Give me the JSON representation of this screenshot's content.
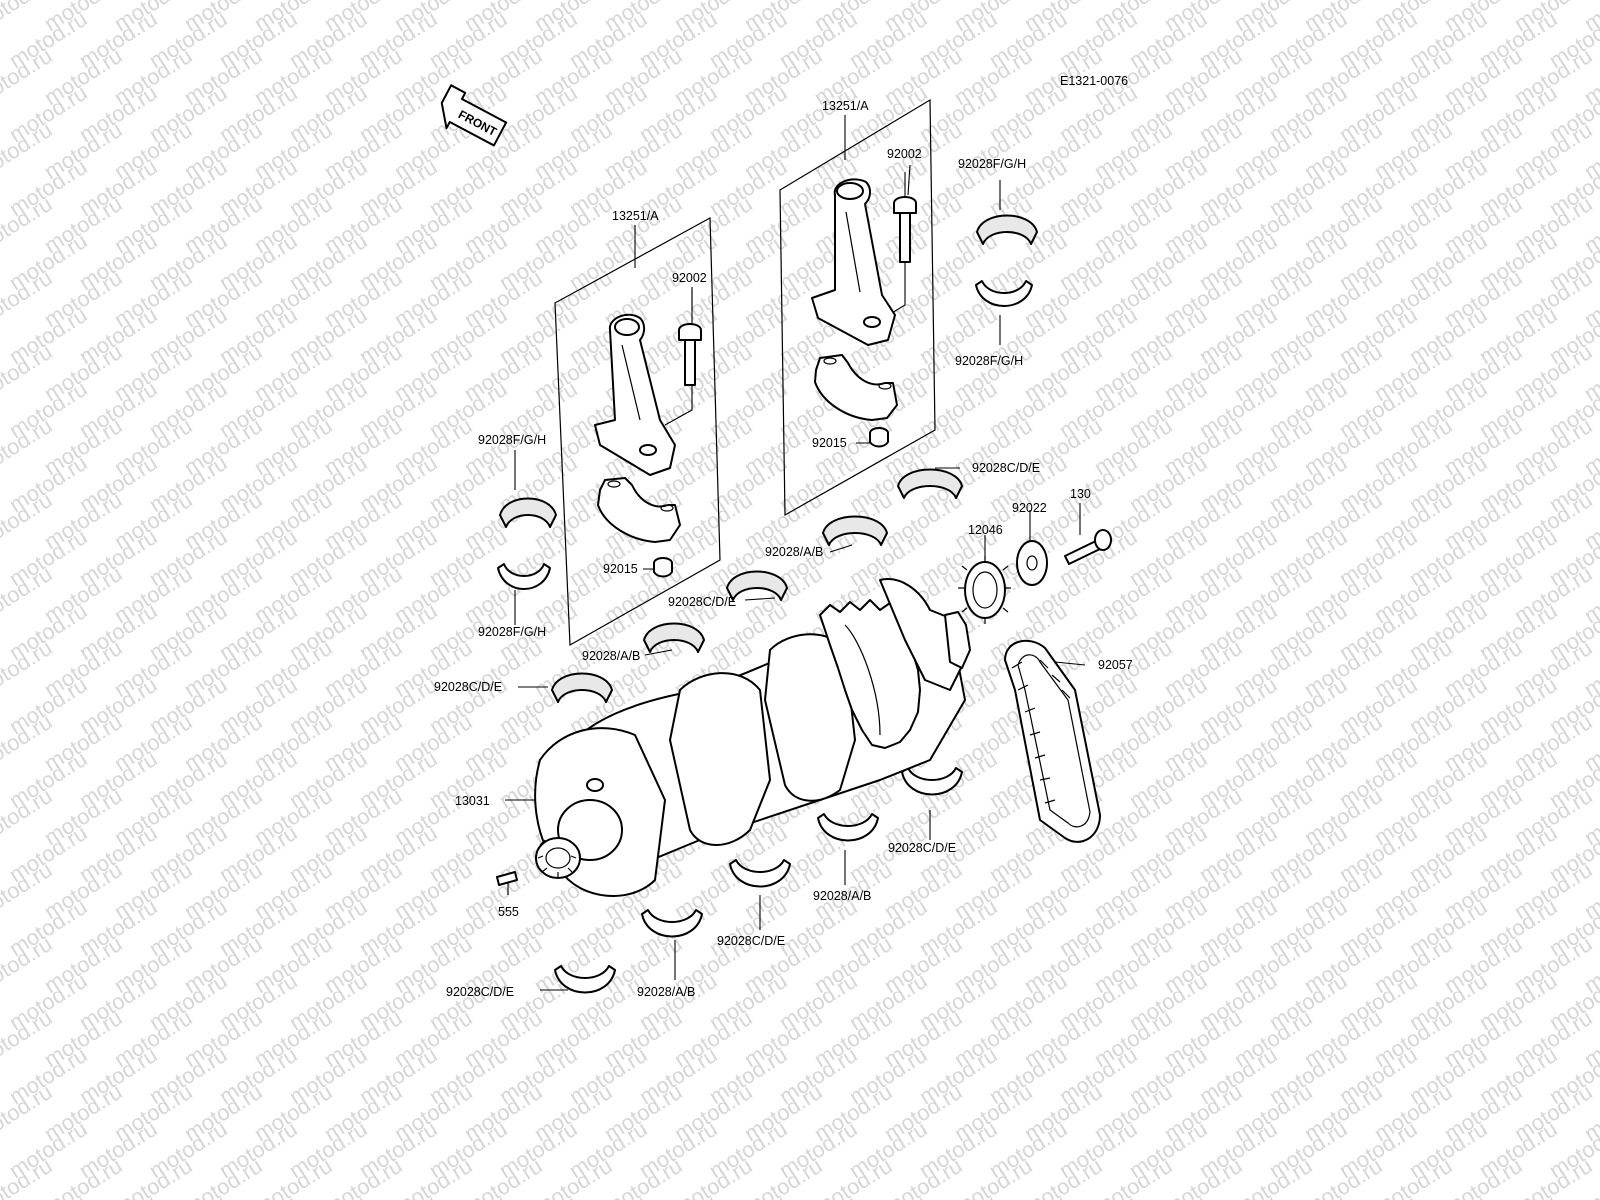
{
  "diagram": {
    "code": "E1321-0076",
    "direction_label": "FRONT",
    "part_labels": {
      "rod_assembly_left": "13251/A",
      "rod_assembly_right": "13251/A",
      "bolt_left": "92002",
      "bolt_right": "92002",
      "nut_left": "92015",
      "nut_right": "92015",
      "bearing_fgh_left_top": "92028F/G/H",
      "bearing_fgh_left_bottom": "92028F/G/H",
      "bearing_fgh_right_top": "92028F/G/H",
      "bearing_fgh_right_bottom": "92028F/G/H",
      "bearing_cde_upper_right": "92028C/D/E",
      "bearing_ab_upper_mid": "92028/A/B",
      "bearing_cde_upper_mid": "92028C/D/E",
      "bearing_ab_upper_left": "92028/A/B",
      "bearing_cde_upper_left": "92028C/D/E",
      "washer": "92022",
      "bolt_130": "130",
      "sprocket": "12046",
      "chain": "92057",
      "crankshaft": "13031",
      "pin": "555",
      "bearing_cde_lower_right": "92028C/D/E",
      "bearing_ab_lower_right": "92028/A/B",
      "bearing_cde_lower_mid": "92028C/D/E",
      "bearing_ab_lower_left": "92028/A/B",
      "bearing_cde_lower_left": "92028C/D/E"
    }
  },
  "watermark": {
    "text": "motod.ru"
  }
}
